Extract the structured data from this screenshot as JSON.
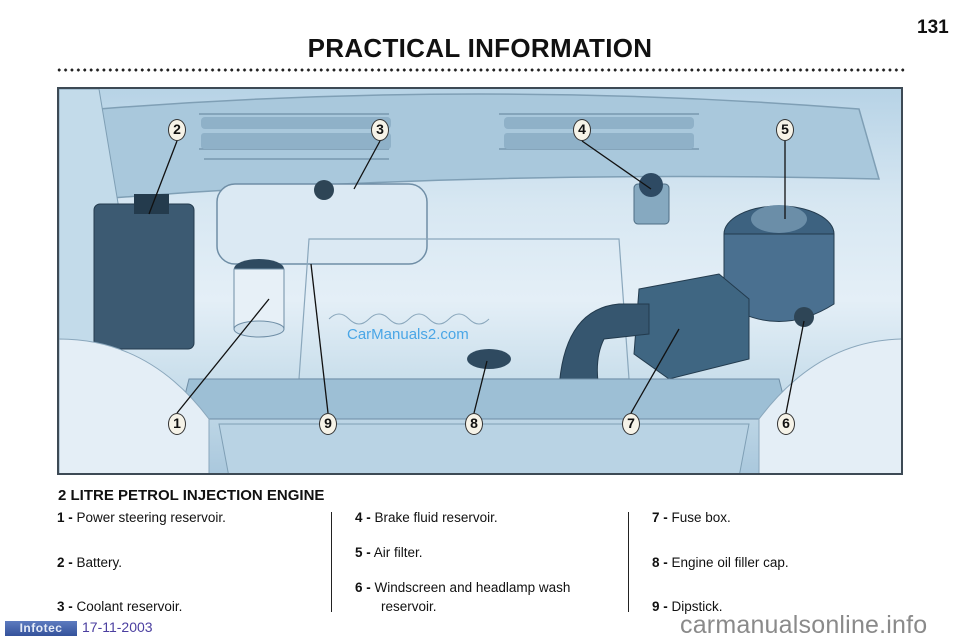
{
  "header": {
    "page_number": "131",
    "title": "PRACTICAL INFORMATION"
  },
  "figure": {
    "description": "Engine compartment illustration",
    "watermark": "CarManuals2.com",
    "callouts": [
      "1",
      "2",
      "3",
      "4",
      "5",
      "6",
      "7",
      "8",
      "9"
    ]
  },
  "caption": {
    "title": "2 LITRE PETROL INJECTION ENGINE",
    "items": [
      {
        "num": "1 -",
        "text": "Power steering reservoir."
      },
      {
        "num": "2 -",
        "text": "Battery."
      },
      {
        "num": "3 -",
        "text": "Coolant reservoir."
      },
      {
        "num": "4 -",
        "text": "Brake fluid reservoir."
      },
      {
        "num": "5 -",
        "text": "Air filter."
      },
      {
        "num": "6 -",
        "text": "Windscreen and headlamp wash",
        "text2": "reservoir."
      },
      {
        "num": "7 -",
        "text": "Fuse box."
      },
      {
        "num": "8 -",
        "text": "Engine oil filler cap."
      },
      {
        "num": "9 -",
        "text": "Dipstick."
      }
    ]
  },
  "footer": {
    "logo": "Infotec",
    "date": "17-11-2003",
    "site_watermark": "carmanualsonline.info"
  },
  "colors": {
    "figure_tint": "#c4dbe9",
    "watermark_blue": "#4aa6e6",
    "logo_blue": "#34529b",
    "date_purple": "#4b3fa0"
  }
}
